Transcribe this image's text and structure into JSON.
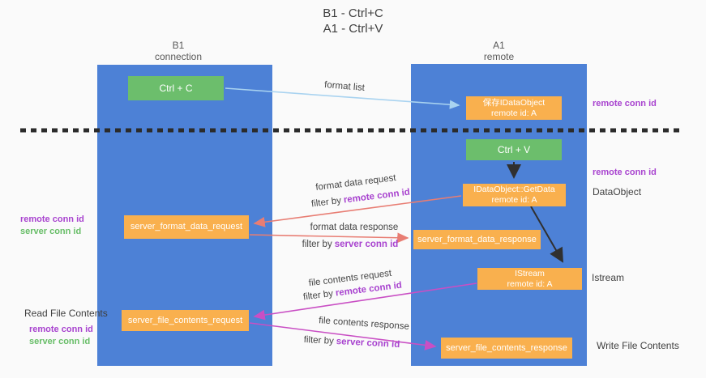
{
  "title": {
    "line1": "B1 - Ctrl+C",
    "line2": "A1 - Ctrl+V"
  },
  "columns": [
    {
      "name": "B1",
      "role": "connection"
    },
    {
      "name": "A1",
      "role": "remote"
    }
  ],
  "nodes": {
    "ctrl_c": "Ctrl + C",
    "ctrl_v": "Ctrl + V",
    "save_dataobject": {
      "line1": "保存IDataObject",
      "line2": "remote id: A"
    },
    "getdata": {
      "line1": "IDataObject::GetData",
      "line2": "remote id: A"
    },
    "istream": {
      "line1": "IStream",
      "line2": "remote id: A"
    },
    "format_request": "server_format_data_request",
    "format_response": "server_format_data_response",
    "file_request": "server_file_contents_request",
    "file_response": "server_file_contents_response"
  },
  "edge_labels": {
    "format_list": "format list",
    "format_data_request": "format data request",
    "format_data_response": "format data response",
    "file_contents_request": "file contents request",
    "file_contents_response": "file contents response",
    "filter_by": "filter by",
    "remote_conn_id": "remote conn id",
    "server_conn_id": "server conn id"
  },
  "side_labels": {
    "right_top_remote_conn_id": "remote conn id",
    "right_mid_remote_conn_id": "remote conn id",
    "dataobject": "DataObject",
    "istream": "Istream",
    "write_file_contents": "Write File Contents",
    "left_remote_conn_id": "remote conn id",
    "left_server_conn_id": "server conn id",
    "read_file_contents": "Read File Contents",
    "left_remote_conn_id_2": "remote conn id",
    "left_server_conn_id_2": "server conn id"
  },
  "colors": {
    "background": "#fafafa",
    "column_blue": "#4d81d6",
    "box_green": "#6cbe6c",
    "box_orange": "#f9b04e",
    "purple": "#a843cf",
    "green_label": "#67bd67",
    "magenta": "#c94fc4",
    "red_arrow": "#e87d73",
    "blue_arrow": "#a9d3f0",
    "black_arrow": "#303030",
    "text_dark": "#3f3f3f"
  }
}
